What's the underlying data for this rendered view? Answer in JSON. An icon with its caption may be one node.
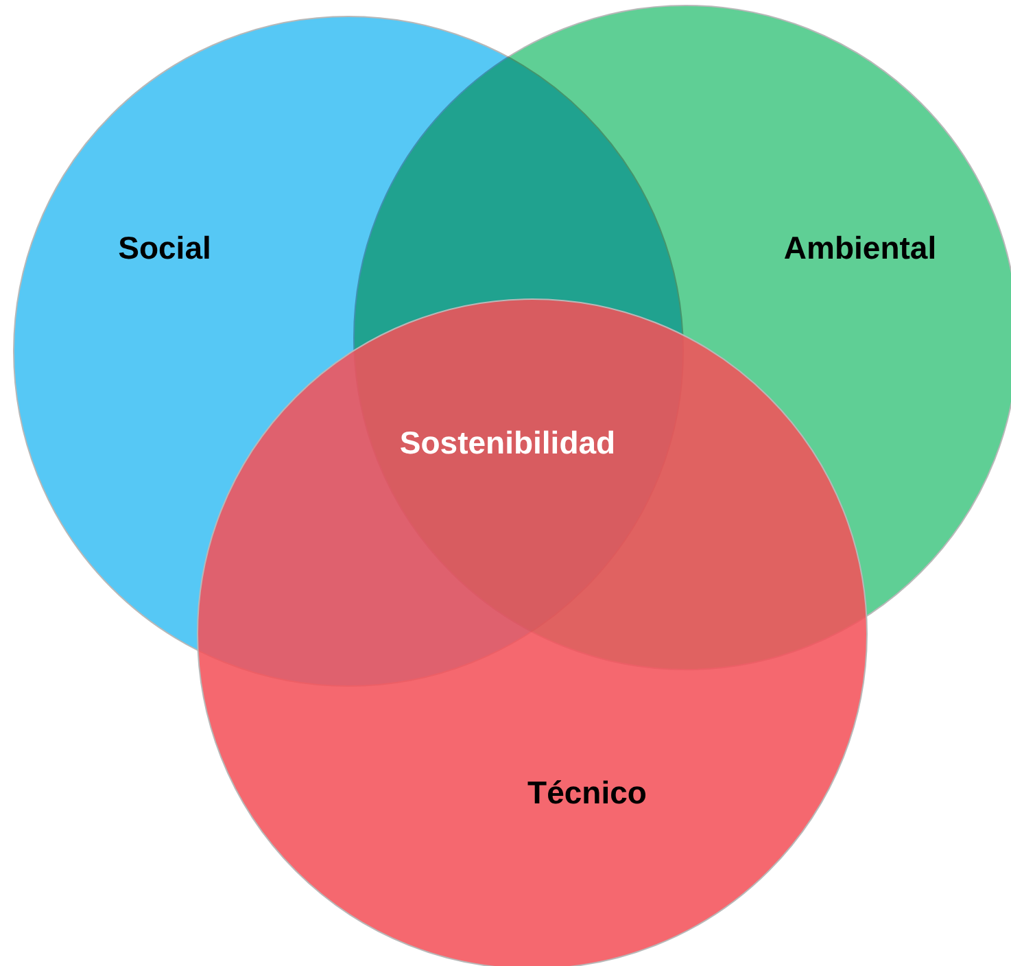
{
  "diagram": {
    "nodes": [
      {
        "text": [
          "Social"
        ]
      },
      {
        "text": [
          "Ambiental"
        ]
      },
      {
        "text": [
          "Técnico"
        ]
      }
    ],
    "labels": [
      "Sostenibilidad"
    ]
  }
}
